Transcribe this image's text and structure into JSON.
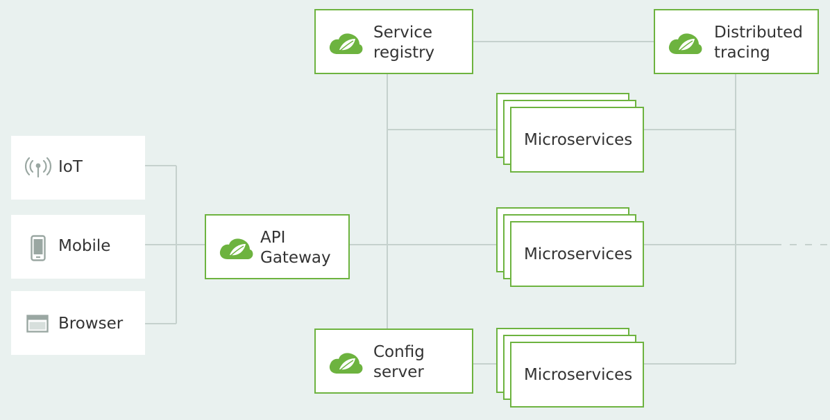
{
  "colors": {
    "background": "#e9f1ef",
    "spring_green": "#6db33f",
    "connector": "#c5d1cd",
    "client_icon": "#9aa7a2",
    "text": "#333333"
  },
  "clients": [
    {
      "label": "IoT",
      "icon": "antenna-icon"
    },
    {
      "label": "Mobile",
      "icon": "phone-icon"
    },
    {
      "label": "Browser",
      "icon": "browser-window-icon"
    }
  ],
  "gateway": {
    "label": "API\nGateway",
    "icon": "spring-leaf-icon"
  },
  "service_registry": {
    "label": "Service\nregistry",
    "icon": "spring-leaf-icon"
  },
  "config_server": {
    "label": "Config\nserver",
    "icon": "spring-leaf-icon"
  },
  "distributed_tracing": {
    "label": "Distributed\ntracing",
    "icon": "spring-leaf-icon"
  },
  "microservices": [
    {
      "label": "Microservices"
    },
    {
      "label": "Microservices"
    },
    {
      "label": "Microservices"
    }
  ]
}
